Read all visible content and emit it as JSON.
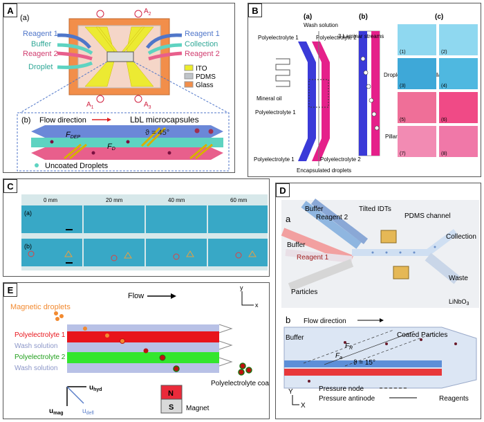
{
  "panels": {
    "A": {
      "tag": "A",
      "sub_a": "(a)",
      "sub_b": "(b)",
      "reagent1_left": "Reagent 1",
      "buffer": "Buffer",
      "reagent2_left": "Reagent 2",
      "droplet": "Droplet",
      "reagent1_right": "Reagent 1",
      "collection": "Collection",
      "reagent2_right": "Reagent 2",
      "a1": "A",
      "a1_sub": "1",
      "a2": "A",
      "a2_sub": "2",
      "a3": "A",
      "a3_sub": "3",
      "legend": [
        "ITO",
        "PDMS",
        "Glass"
      ],
      "flow_direction": "Flow direction",
      "lbl_microcapsules": "LbL microcapsules",
      "theta": "ϑ = 45°",
      "f_dep": "F",
      "f_dep_sub": "DEP",
      "f_d": "F",
      "f_d_sub": "D",
      "uncoated": "Uncoated Droplets",
      "colors": {
        "blue": "#4f76c9",
        "teal": "#5ed3c1",
        "pink": "#e85f8c",
        "ito": "#ecec2a",
        "pdms": "#bfc4c9",
        "glass": "#f28e4a"
      }
    },
    "B": {
      "tag": "B",
      "sub_a": "(a)",
      "sub_b": "(b)",
      "sub_c": "(c)",
      "wash_solution": "Wash\nsolution",
      "pe1_top": "Polyelectrolyte 1",
      "pe2_top": "Polyelectrolyte 2",
      "mineral_oil": "Mineral\noil",
      "pe1_mid": "Polyelectrolyte 1",
      "pe1_bottom": "Polyelectrolyte 1",
      "pe2_bottom": "Polyelectrolyte 2",
      "encapsulated": "Encapsulated\ndroplets",
      "laminar": "3 Laminar streams",
      "guided": "Droplets\nguided by\npillars",
      "pillars": "Pillars",
      "frames": [
        "(1)",
        "(2)",
        "(3)",
        "(4)",
        "(5)",
        "(6)",
        "(7)",
        "(8)"
      ]
    },
    "C": {
      "tag": "C",
      "row_a": "(a)",
      "row_b": "(b)",
      "distances": [
        "0 mm",
        "20 mm",
        "40 mm",
        "60 mm"
      ]
    },
    "D": {
      "tag": "D",
      "sub_a": "a",
      "sub_b": "b",
      "buffer_top": "Buffer",
      "reagent2": "Reagent 2",
      "buffer_left": "Buffer",
      "reagent1": "Reagent 1",
      "particles": "Particles",
      "tilted_idts": "Tilted IDTs",
      "pdms_channel": "PDMS channel",
      "collection": "Collection",
      "waste": "Waste",
      "substrate": "LiNbO",
      "substrate_sub": "3",
      "flow_direction": "Flow direction",
      "buffer_b": "Buffer",
      "coated_particles": "Coated Particles",
      "fr": "F",
      "fr_sub": "R",
      "fa": "F",
      "fa_sub": "a",
      "theta": "ϑ = 15°",
      "pressure_node": "Pressure node",
      "pressure_antinode": "Pressure antinode",
      "reagents": "Reagents",
      "axis_y": "Y",
      "axis_x": "X"
    },
    "E": {
      "tag": "E",
      "magnetic_droplets": "Magnetic\ndroplets",
      "flow": "Flow",
      "streams": [
        "Polyelectrolyte 1",
        "Wash solution",
        "Polyelectrolyte 2",
        "Wash solution"
      ],
      "coated": "Polyelectrolyte\ncoated droplets",
      "u_hyd": "u",
      "u_hyd_sub": "hyd",
      "u_mag": "u",
      "u_mag_sub": "mag",
      "u_defl": "u",
      "u_defl_sub": "defl",
      "magnet_n": "N",
      "magnet_s": "S",
      "magnet": "Magnet",
      "axis_y": "y",
      "axis_x": "x",
      "colors": {
        "red": "#e8141b",
        "green": "#33e62e",
        "wash": "#b8c1e6",
        "orange": "#f28a30"
      }
    }
  }
}
